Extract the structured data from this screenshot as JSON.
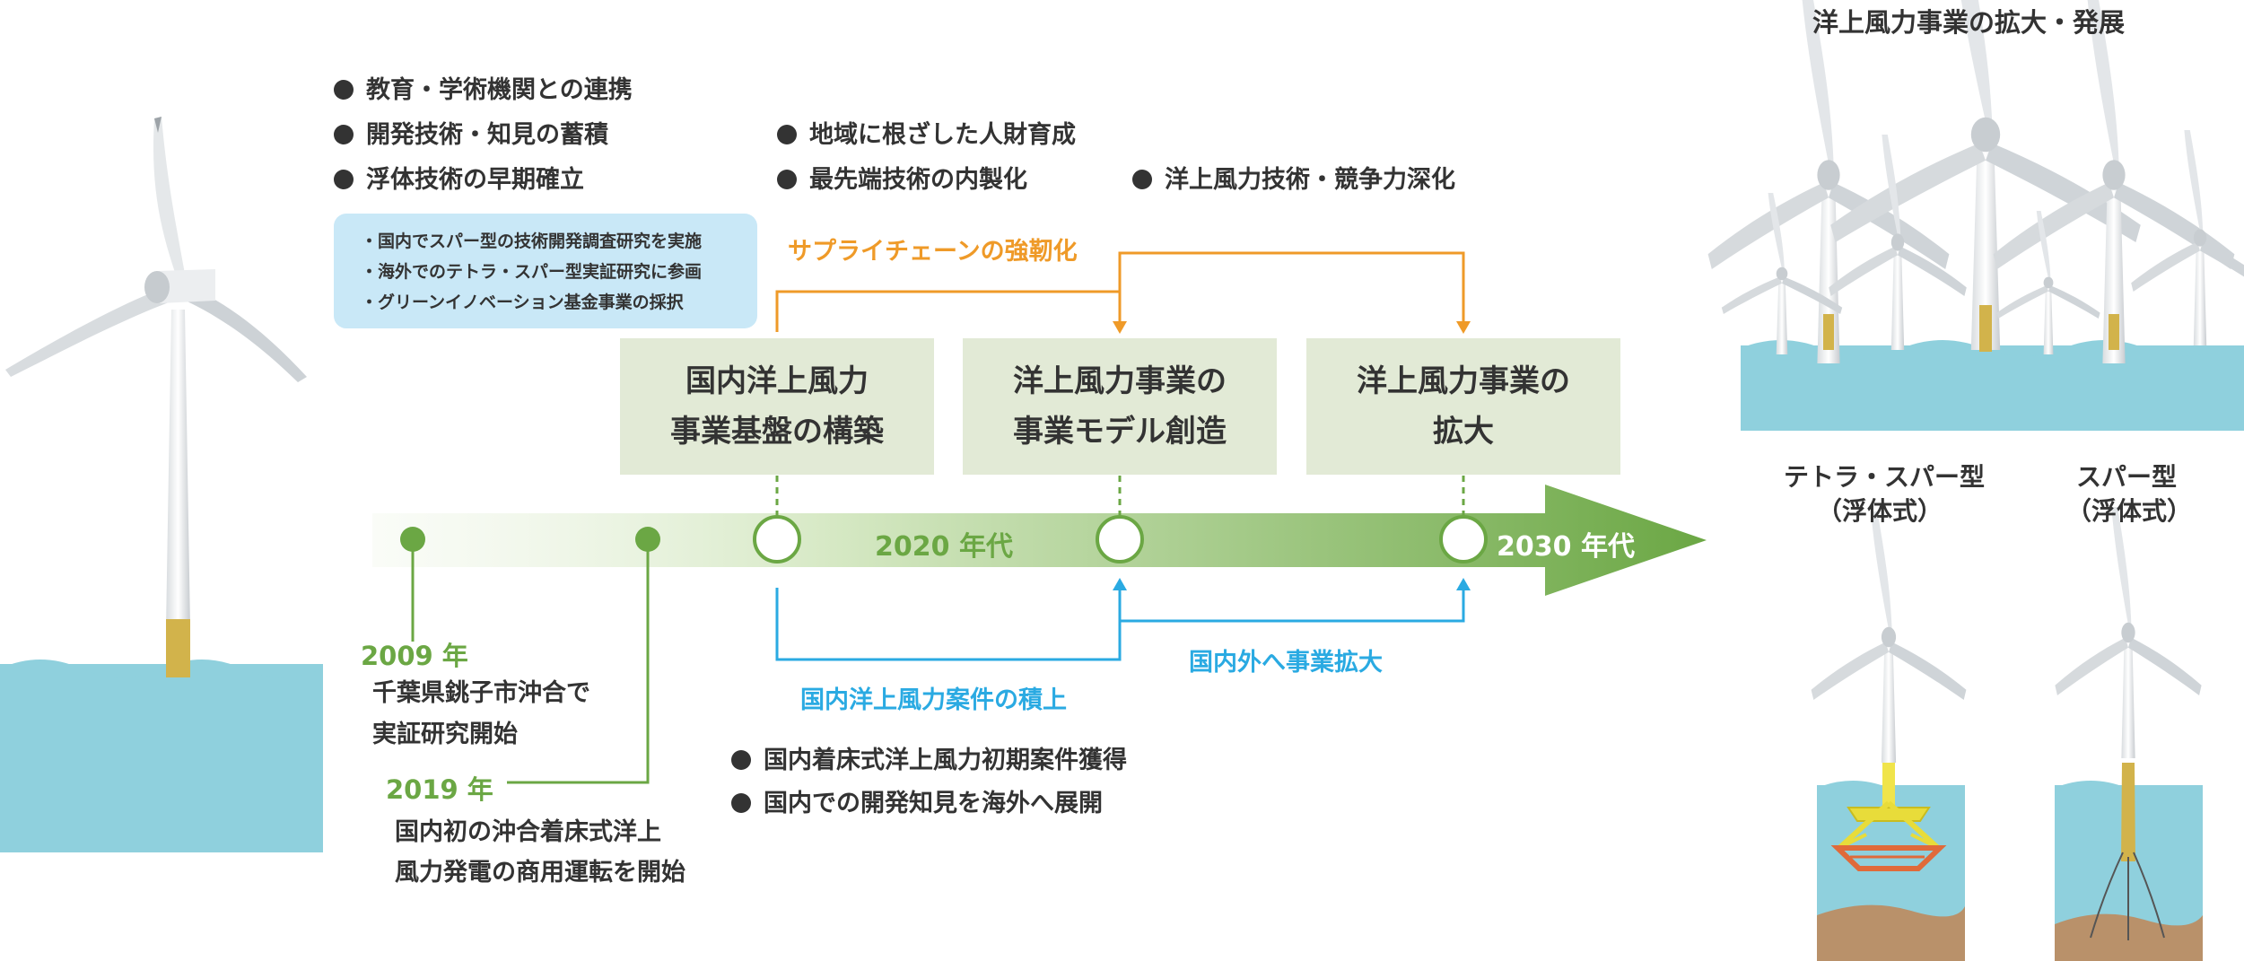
{
  "colors": {
    "green": "#6ba744",
    "orange": "#ef9a28",
    "blue": "#2aaae2",
    "sea": "#8fd0dd",
    "phase_box": "#e2ead6",
    "note_box": "#c9e8f7"
  },
  "top_bullets_left": [
    "教育・学術機関との連携",
    "開発技術・知見の蓄積",
    "浮体技術の早期確立"
  ],
  "top_bullets_mid": [
    "地域に根ざした人財育成",
    "最先端技術の内製化"
  ],
  "top_bullets_right": [
    "洋上風力技術・競争力深化"
  ],
  "note_box": [
    "・国内でスパー型の技術開発調査研究を実施",
    "・海外でのテトラ・スパー型実証研究に参画",
    "・グリーンイノベーション基金事業の採択"
  ],
  "supply_chain_label": "サプライチェーンの強靭化",
  "phases": [
    {
      "line1": "国内洋上風力",
      "line2": "事業基盤の構築"
    },
    {
      "line1": "洋上風力事業の",
      "line2": "事業モデル創造"
    },
    {
      "line1": "洋上風力事業の",
      "line2": "拡大"
    }
  ],
  "timeline": {
    "label_2020s": "2020 年代",
    "label_2030s": "2030 年代"
  },
  "milestones": [
    {
      "year": "2009 年",
      "line1": "千葉県銚子市沖合で",
      "line2": "実証研究開始"
    },
    {
      "year": "2019 年",
      "line1": "国内初の沖合着床式洋上",
      "line2": "風力発電の商用運転を開始"
    }
  ],
  "blue_labels": {
    "domestic": "国内洋上風力案件の積上",
    "overseas": "国内外へ事業拡大"
  },
  "bottom_bullets": [
    "国内着床式洋上風力初期案件獲得",
    "国内での開発知見を海外へ展開"
  ],
  "right_panel": {
    "title": "洋上風力事業の拡大・発展",
    "tetra_line1": "テトラ・スパー型",
    "tetra_line2": "（浮体式）",
    "spar_line1": "スパー型",
    "spar_line2": "（浮体式）"
  }
}
